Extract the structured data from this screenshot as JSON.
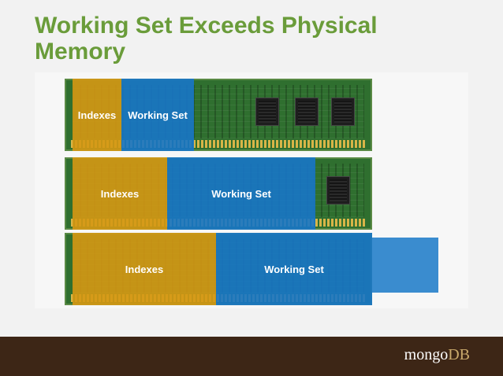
{
  "slide": {
    "title_line1": "Working Set Exceeds Physical",
    "title_line2": "Memory",
    "title_color": "#6a9c3a"
  },
  "diagram": {
    "sticks": [
      {
        "indexes_label": "Indexes",
        "working_set_label": "Working Set"
      },
      {
        "indexes_label": "Indexes",
        "working_set_label": "Working Set"
      },
      {
        "indexes_label": "Indexes",
        "working_set_label": "Working Set"
      }
    ],
    "colors": {
      "indexes": "#d69814",
      "working_set": "#1876c8",
      "pcb": "#2f6f2f"
    }
  },
  "footer": {
    "logo_part1": "mongo",
    "logo_part2": "DB",
    "background": "#3d2616"
  }
}
